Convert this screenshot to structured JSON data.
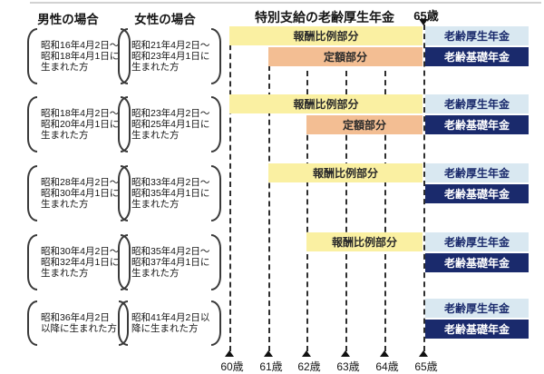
{
  "header": {
    "men_column": "男性の場合",
    "women_column": "女性の場合",
    "title": "特別支給の老齢厚生年金",
    "age_65": "65歳"
  },
  "bar_labels": {
    "earnings_portion": "報酬比例部分",
    "fixed_portion": "定額部分",
    "employees_pension": "老齢厚生年金",
    "basic_pension": "老齢基礎年金"
  },
  "axis_ticks": [
    "60歳",
    "61歳",
    "62歳",
    "63歳",
    "64歳",
    "65歳"
  ],
  "colors": {
    "earnings_bar": "#FAF0A2",
    "fixed_bar": "#F3BE93",
    "employees_pension_bar": "#D9E8F1",
    "basic_pension_bar": "#1A2A6C"
  },
  "rows": [
    {
      "men_lines": [
        "昭和16年4月2日～",
        "昭和18年4月1日に",
        "生まれた方"
      ],
      "women_lines": [
        "昭和21年4月2日～",
        "昭和23年4月1日に",
        "生まれた方"
      ],
      "earnings_start_age": 60,
      "fixed_start_age": 61
    },
    {
      "men_lines": [
        "昭和18年4月2日～",
        "昭和20年4月1日に",
        "生まれた方"
      ],
      "women_lines": [
        "昭和23年4月2日～",
        "昭和25年4月1日に",
        "生まれた方"
      ],
      "earnings_start_age": 60,
      "fixed_start_age": 62
    },
    {
      "men_lines": [
        "昭和28年4月2日～",
        "昭和30年4月1日に",
        "生まれた方"
      ],
      "women_lines": [
        "昭和33年4月2日～",
        "昭和35年4月1日に",
        "生まれた方"
      ],
      "earnings_start_age": 61,
      "fixed_start_age": null
    },
    {
      "men_lines": [
        "昭和30年4月2日～",
        "昭和32年4月1日に",
        "生まれた方"
      ],
      "women_lines": [
        "昭和35年4月2日～",
        "昭和37年4月1日に",
        "生まれた方"
      ],
      "earnings_start_age": 62,
      "fixed_start_age": null
    },
    {
      "men_lines": [
        "昭和36年4月2日",
        "以降に生まれた方"
      ],
      "women_lines": [
        "昭和41年4月2日以",
        "降に生まれた方"
      ],
      "earnings_start_age": null,
      "fixed_start_age": null
    }
  ]
}
